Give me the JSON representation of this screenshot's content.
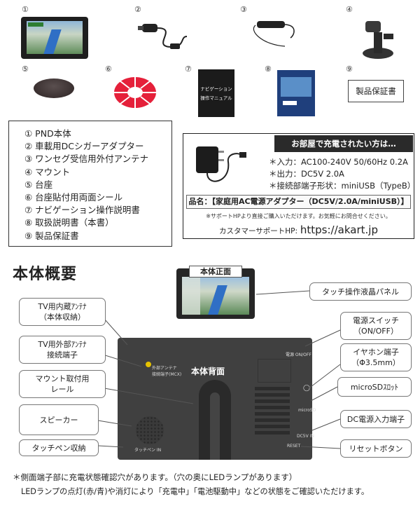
{
  "numbers": [
    "①",
    "②",
    "③",
    "④",
    "⑤",
    "⑥",
    "⑦",
    "⑧",
    "⑨"
  ],
  "manual_text": [
    "ナビゲーション",
    "操作マニュアル"
  ],
  "warranty_card": "製品保証書",
  "contents_list": [
    "① PND本体",
    "② 車載用DCシガーアダプター",
    "③ ワンセグ受信用外付アンテナ",
    "④ マウント",
    "⑤ 台座",
    "⑥ 台座貼付用両面シール",
    "⑦ ナビゲーション操作説明書",
    "⑧ 取扱説明書（本書）",
    "⑨ 製品保証書"
  ],
  "ac_adapter": {
    "heading": "お部屋で充電されたい方は…",
    "specs": [
      "＊入力：AC100-240V 50/60Hz 0.2A",
      "＊出力：DC5V 2.0A",
      "＊接続部端子形状：miniUSB（TypeB）"
    ],
    "product_name": "品名：【家庭用AC電源アダプター（DC5V/2.0A/miniUSB）】",
    "note": "※サポートHPより直接ご購入いただけます。お気軽にお問合せください。",
    "support_label": "カスタマーサポートHP:",
    "support_url": "https://akart.jp"
  },
  "overview_title": "本体概要",
  "front_label": "本体正面",
  "back_label": "本体背面",
  "callouts_left": [
    "TV用内蔵ｱﾝﾃﾅ\n（本体収納）",
    "TV用外部ｱﾝﾃﾅ\n接続端子",
    "マウント取付用\nレール",
    "スピーカー",
    "タッチペン収納"
  ],
  "callouts_right": [
    "タッチ操作液晶パネル",
    "電源スイッチ\n（ON/OFF）",
    "イヤホン端子\n（Φ3.5mm）",
    "microSDｽﾛｯﾄ",
    "DC電源入力端子",
    "リセットボタン"
  ],
  "device_labels": {
    "power": "電源 ON/OFF",
    "antenna": "外部アンテナ\n接続端子(MCX)",
    "microsd": "microSD",
    "dc5v": "DC5V IN",
    "reset": "RESET",
    "pen": "タッチペン IN"
  },
  "footnotes": [
    "＊側面端子部に充電状態確認穴があります。（穴の奥にLEDランプがあります）",
    "LEDランプの点灯(赤/青)や消灯により「充電中」「電池駆動中」などの状態をご確認いただけます。"
  ]
}
